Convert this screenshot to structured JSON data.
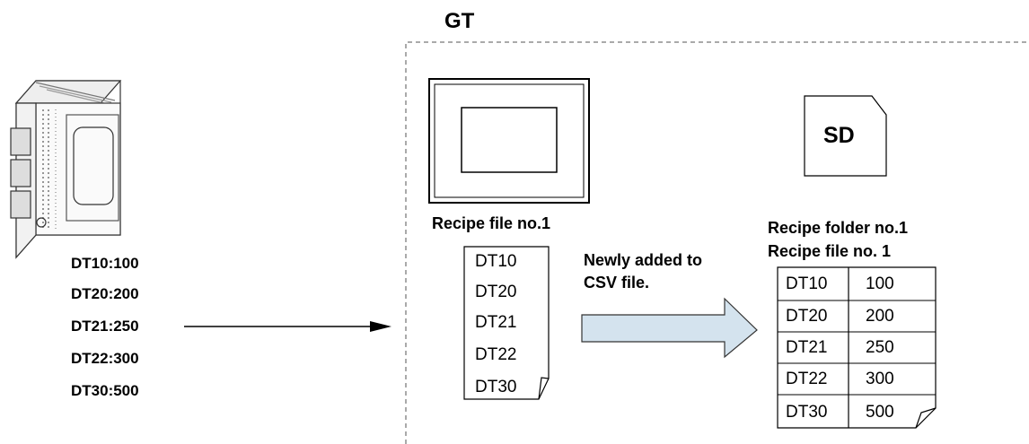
{
  "gt_label": "GT",
  "plc_values": [
    "DT10:100",
    "DT20:200",
    "DT21:250",
    "DT22:300",
    "DT30:500"
  ],
  "gt_file": {
    "caption": "Recipe file no.1",
    "entries": [
      "DT10",
      "DT20",
      "DT21",
      "DT22",
      "DT30"
    ]
  },
  "arrow_caption": [
    "Newly added to",
    "CSV file."
  ],
  "sd_card": {
    "label": "SD"
  },
  "sd_file": {
    "caption_folder": "Recipe folder no.1",
    "caption_file": "Recipe file no. 1",
    "rows": [
      {
        "name": "DT10",
        "value": "100"
      },
      {
        "name": "DT20",
        "value": "200"
      },
      {
        "name": "DT21",
        "value": "250"
      },
      {
        "name": "DT22",
        "value": "300"
      },
      {
        "name": "DT30",
        "value": "500"
      }
    ]
  },
  "colors": {
    "big_arrow_fill": "#d4e3ee"
  }
}
